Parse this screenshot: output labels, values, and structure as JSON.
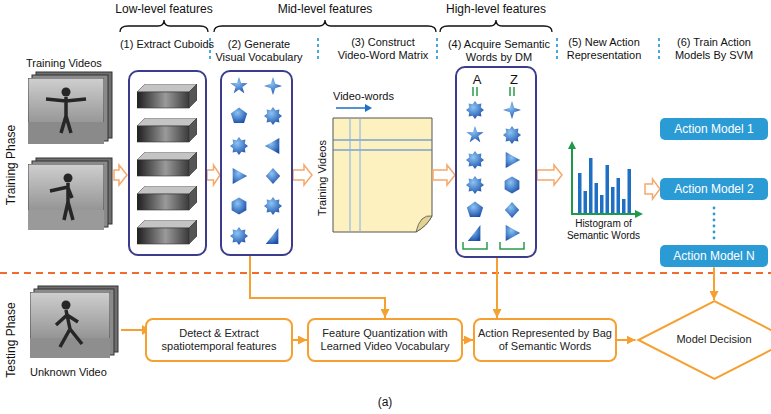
{
  "diagram": {
    "caption": "(a)",
    "nodes": [
      {
        "text": [
          "(1) Extract Cuboids"
        ]
      },
      {
        "text": [
          "(2) Generate Visual Vocabulary"
        ]
      },
      {
        "text": [
          "(3) Construct Video-Word Matrix",
          "Video-words",
          "Training Videos"
        ]
      },
      {
        "text": [
          "(4) Acquire Semantic Words by DM",
          "A",
          "Z"
        ]
      },
      {
        "text": [
          "(5) New Action Representation",
          "Histogram of Semantic Words"
        ]
      },
      {
        "text": [
          "Action Model 1"
        ]
      },
      {
        "text": [
          "Action Model 2"
        ]
      },
      {
        "text": [
          "Action Model N"
        ]
      },
      {
        "text": [
          "Detect & Extract spatiotemporal features"
        ]
      },
      {
        "text": [
          "Feature Quantization with Learned Video Vocabulary"
        ]
      },
      {
        "text": [
          "Action Represented by Bag of Semantic Words"
        ]
      },
      {
        "text": [
          "Model Decision"
        ]
      }
    ],
    "edges": [
      {
        "from": 0,
        "to": 1,
        "arrow": "to"
      },
      {
        "from": 1,
        "to": 2,
        "arrow": "to"
      },
      {
        "from": 2,
        "to": 3,
        "arrow": "to"
      },
      {
        "from": 3,
        "to": 4,
        "arrow": "to"
      },
      {
        "from": 4,
        "to": 6,
        "arrow": "to"
      },
      {
        "from": 1,
        "to": 9,
        "arrow": "to"
      },
      {
        "from": 3,
        "to": 10,
        "arrow": "to"
      },
      {
        "from": 7,
        "to": 11,
        "arrow": "to"
      },
      {
        "from": 8,
        "to": 9,
        "arrow": "to"
      },
      {
        "from": 9,
        "to": 10,
        "arrow": "to"
      },
      {
        "from": 10,
        "to": 11,
        "arrow": "to"
      }
    ],
    "labels": [
      "Low-level features",
      "Mid-level features",
      "High-level features",
      "(6) Train Action Models By SVM",
      "Training Phase",
      "Testing Phase",
      "Training Videos",
      "Unknown Video"
    ]
  }
}
